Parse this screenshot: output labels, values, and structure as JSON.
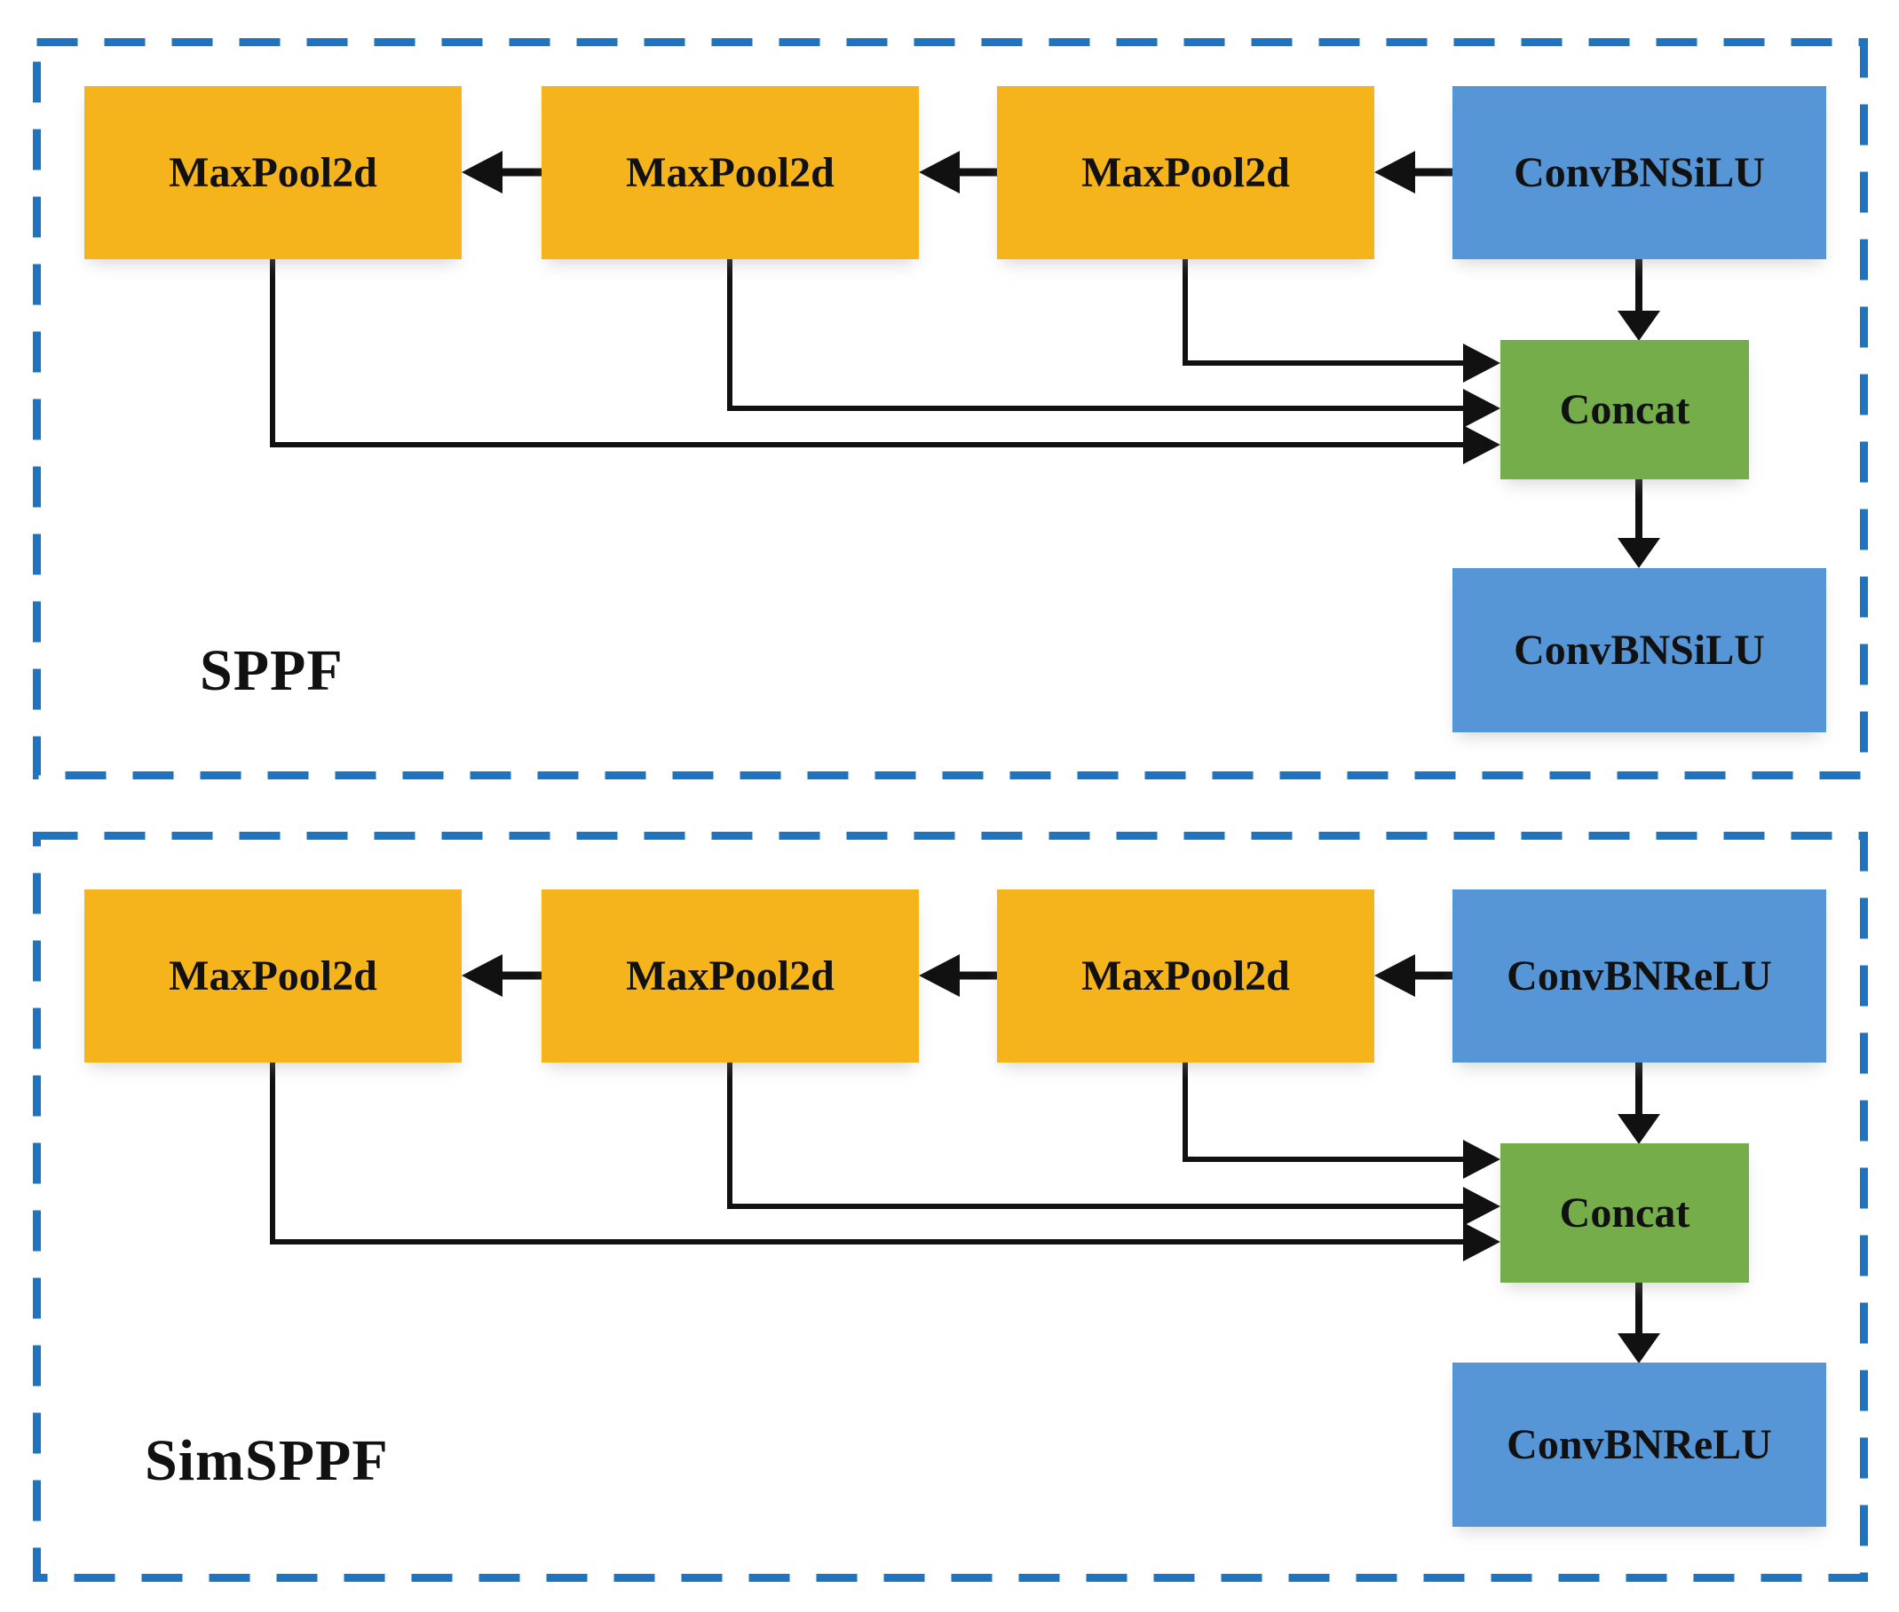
{
  "figure": {
    "colors": {
      "background": "#ffffff",
      "maxpool_fill": "#F5B41C",
      "conv_fill": "#5796D6",
      "concat_fill": "#76AD4B",
      "dashed_border": "#1E74BE",
      "arrow": "#111111",
      "label_text": "#111111"
    },
    "diagrams": [
      {
        "label": "SPPF",
        "maxpool_label": "MaxPool2d",
        "conv_top_label": "ConvBNSiLU",
        "concat_label": "Concat",
        "conv_bottom_label": "ConvBNSiLU"
      },
      {
        "label": "SimSPPF",
        "maxpool_label": "MaxPool2d",
        "conv_top_label": "ConvBNReLU",
        "concat_label": "Concat",
        "conv_bottom_label": "ConvBNReLU"
      }
    ]
  }
}
